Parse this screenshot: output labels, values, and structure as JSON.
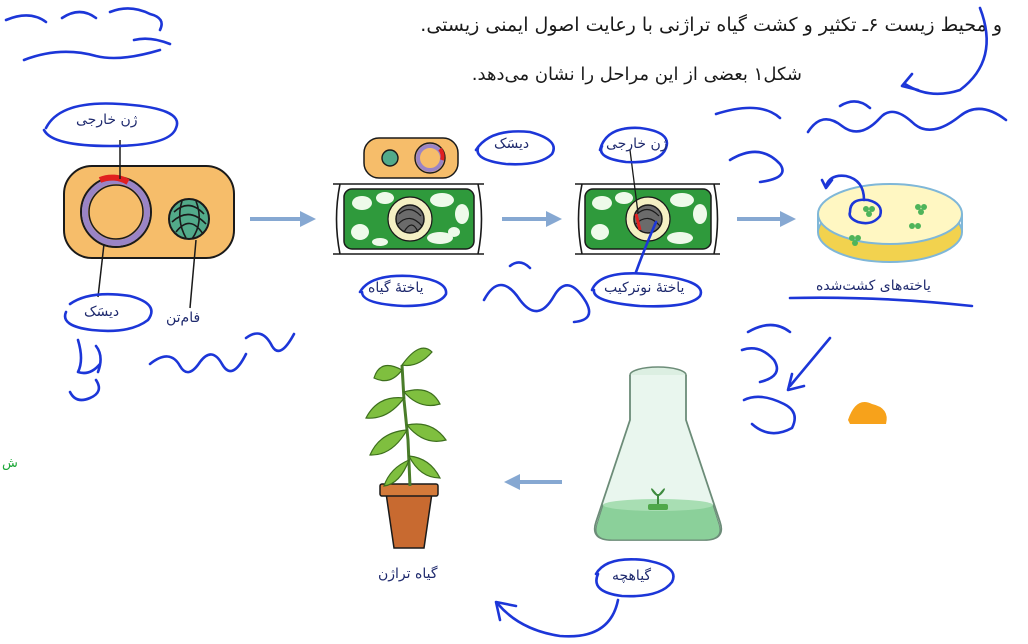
{
  "header": {
    "line1": "و محیط زیست ۶ـ تکثیر و کشت گیاه تراژنی با رعایت اصول ایمنی زیستی.",
    "line2": "شکل۱ بعضی از این مراحل را نشان می‌دهد."
  },
  "labels": {
    "foreign_gene_1": "ژن خارجی",
    "disk_1": "دیسَک",
    "chromosome": "فام‌تن",
    "disk_2": "دیسَک",
    "foreign_gene_2": "ژن خارجی",
    "plant_cell": "یاختهٔ گیاه",
    "recombinant_cell": "یاختهٔ نوترکیب",
    "cultured_cells": "یاخته‌های کشت‌شده",
    "transgenic_plant": "گیاه تراژن",
    "seedling": "گیاهچه"
  },
  "side_note": "ش",
  "colors": {
    "bacteria_fill": "#f6bd6a",
    "cell_green": "#2f9a3c",
    "arrow": "#86a8d2",
    "ink": "#1c36d8",
    "plasmid": "#9a84c6",
    "gene_red": "#e02020",
    "orange_mark": "#f7a21b"
  }
}
